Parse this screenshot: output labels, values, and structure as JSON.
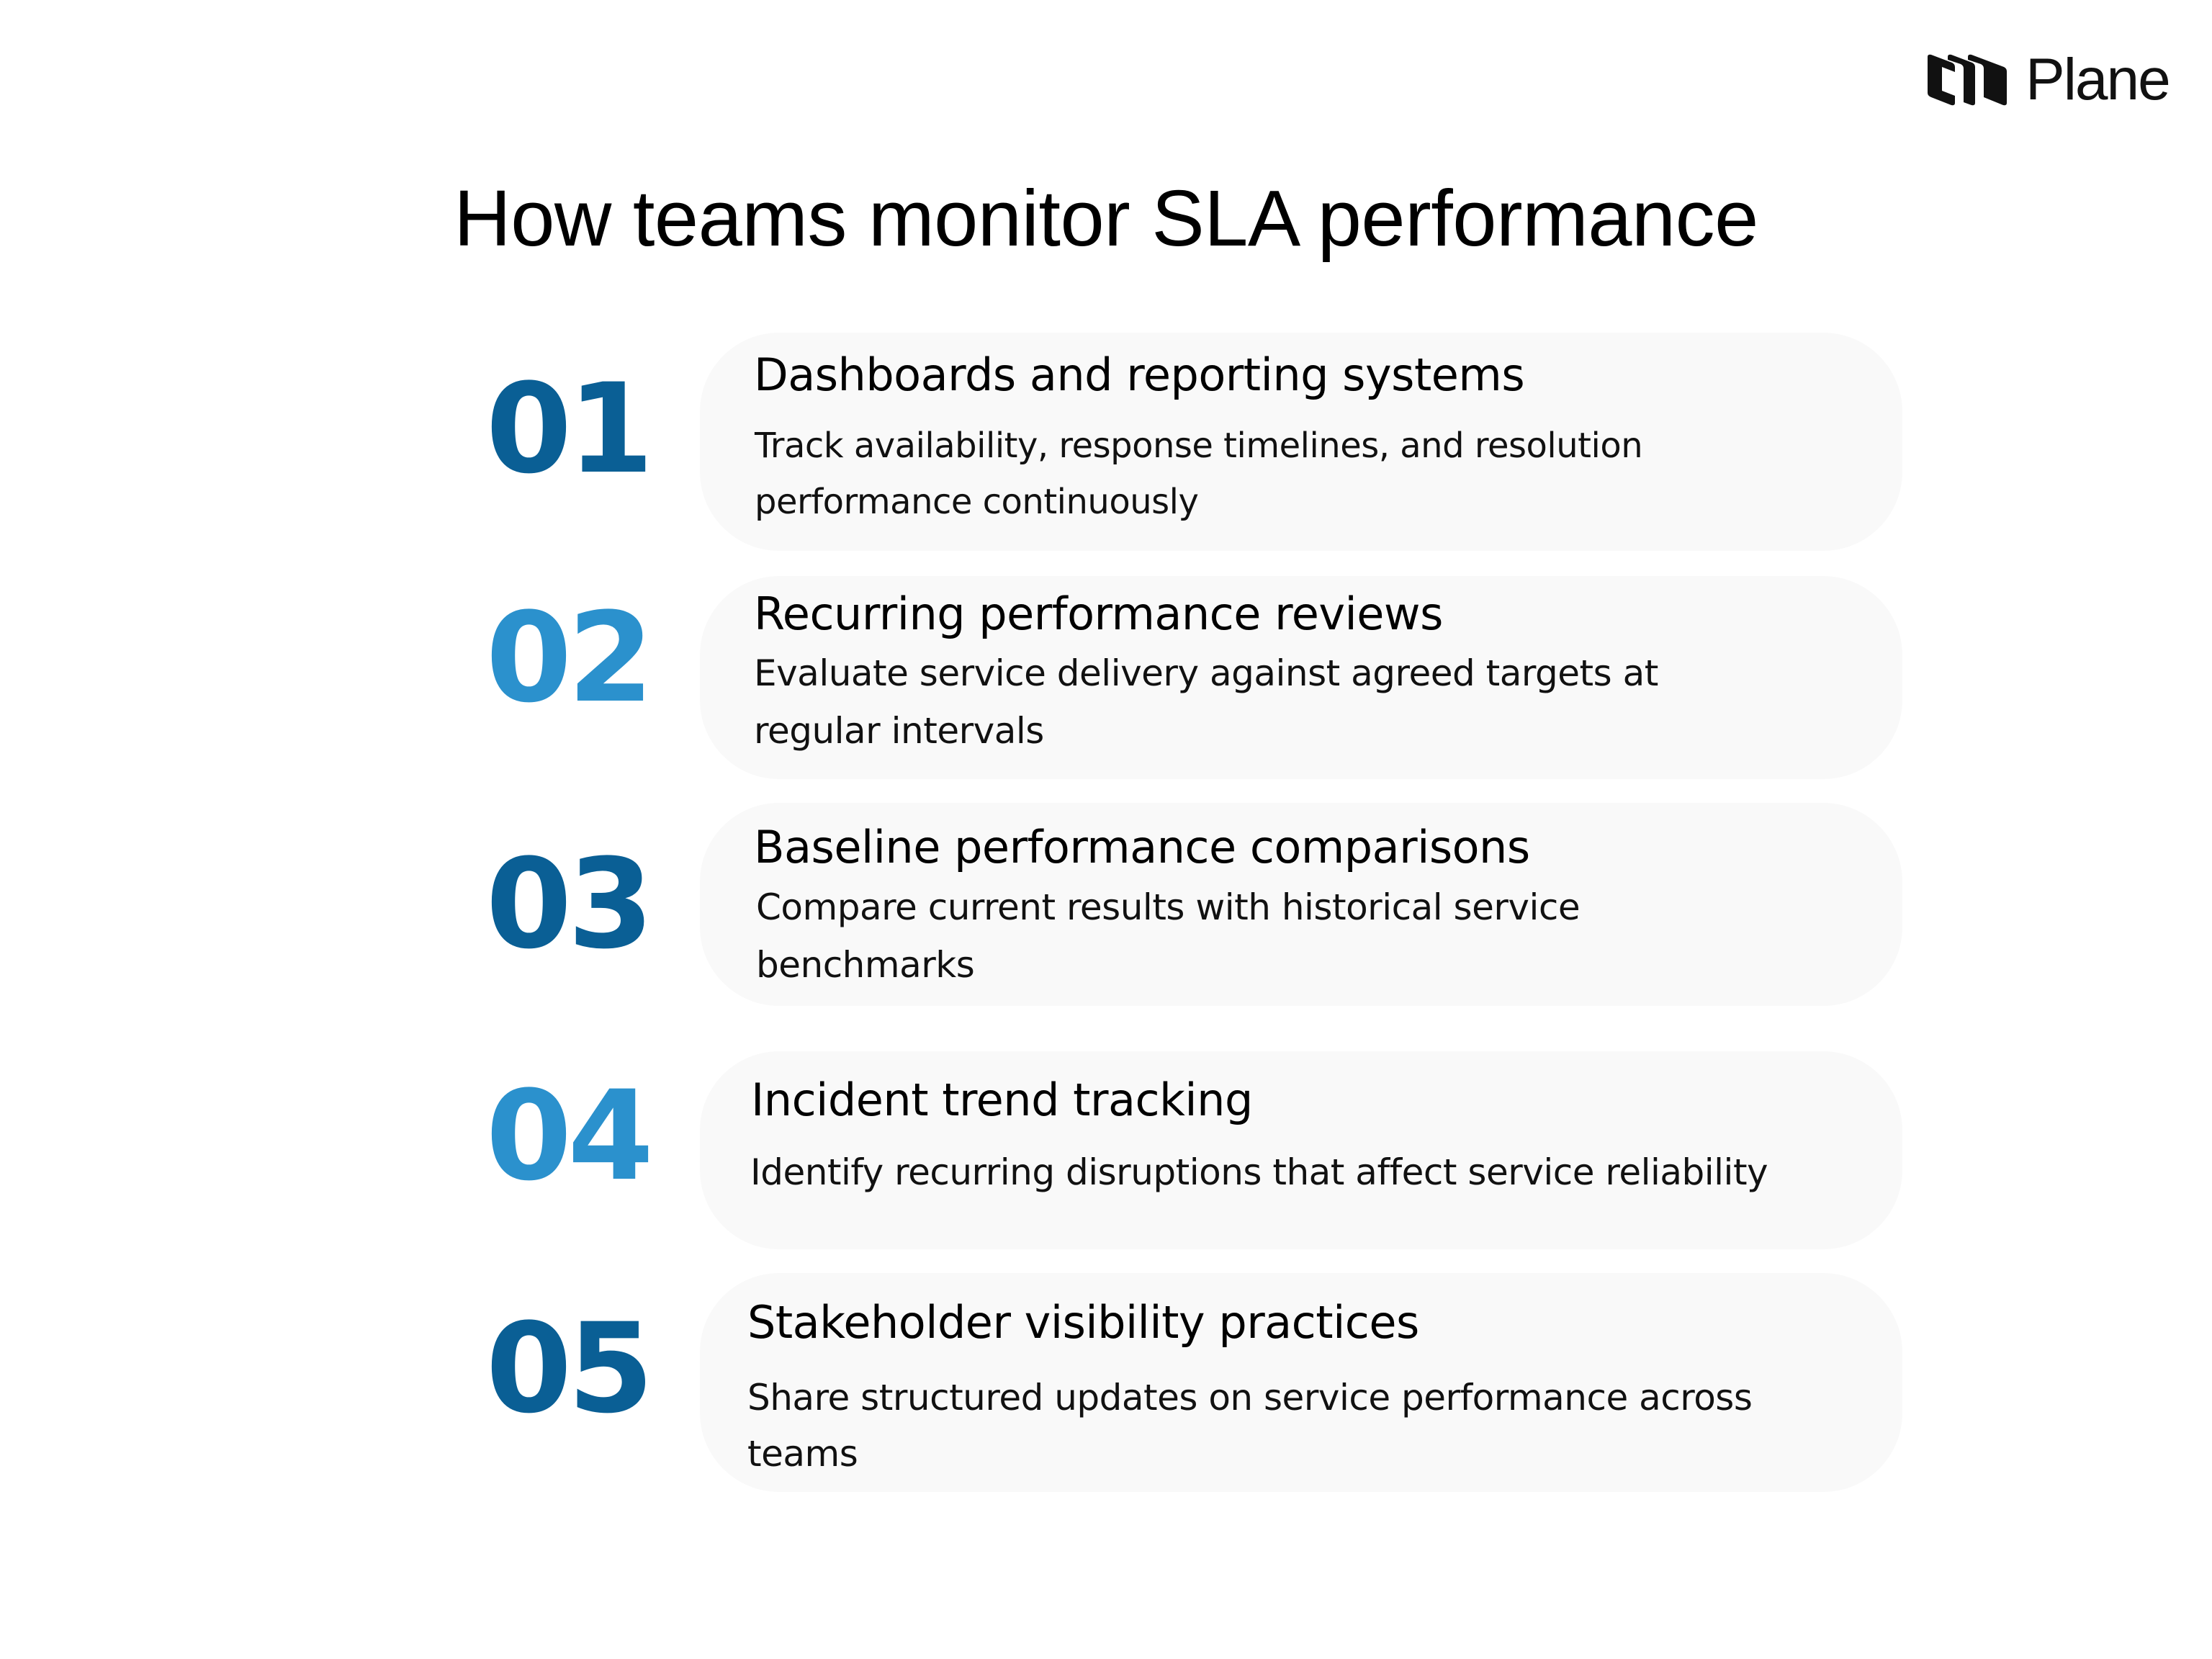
{
  "brand": {
    "logo_icon": "plane-logo-icon",
    "name": "Plane"
  },
  "header": {
    "title": "How teams monitor SLA performance"
  },
  "colors": {
    "dark_blue": "#0a5f95",
    "light_blue": "#2b91cd",
    "card_bg": "#f9f9f9",
    "text": "#000000"
  },
  "steps": [
    {
      "number": "01",
      "title": "Dashboards and reporting systems",
      "description": "Track availability, response timelines, and resolution performance continuously"
    },
    {
      "number": "02",
      "title": "Recurring performance reviews",
      "description": "Evaluate service delivery against agreed targets at regular intervals"
    },
    {
      "number": "03",
      "title": "Baseline performance comparisons",
      "description": "Compare current results with historical service benchmarks"
    },
    {
      "number": "04",
      "title": "Incident trend tracking",
      "description": "Identify recurring disruptions that affect service reliability"
    },
    {
      "number": "05",
      "title": "Stakeholder visibility practices",
      "description": "Share structured updates on service performance across teams"
    }
  ]
}
